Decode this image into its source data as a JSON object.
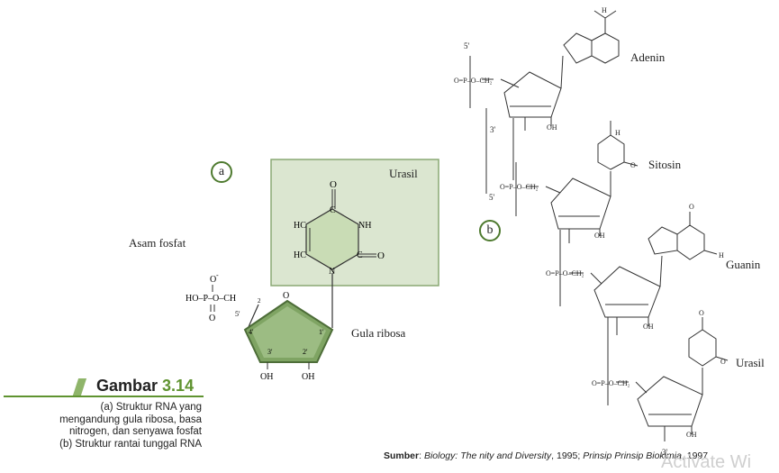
{
  "figure_a": {
    "marker": "a",
    "labels": {
      "urasil": "Urasil",
      "asam_fosfat": "Asam fosfat",
      "gula_ribosa": "Gula ribosa"
    },
    "colors": {
      "box_fill": "#dbe6d0",
      "box_stroke": "#8aa874",
      "sugar_fill": "#7fa463",
      "base_fill": "#d6e6c4"
    }
  },
  "figure_b": {
    "marker": "b",
    "end_labels": {
      "top": "5'",
      "mid": "3'",
      "mid2": "5'",
      "bottom": "3'"
    },
    "labels": {
      "adenin": "Adenin",
      "sitosin": "Sitosin",
      "guanin": "Guanin",
      "urasil": "Urasil"
    }
  },
  "caption": {
    "title_word": "Gambar",
    "title_number": "3.14",
    "text": "(a) Struktur RNA yang\nmengandung gula ribosa, basa\nnitrogen, dan senyawa fosfat\n(b) Struktur rantai tunggal RNA"
  },
  "source": {
    "label": "Sumber",
    "part1": "Biology: The    nity and Diversity",
    "part2": ", 1995; ",
    "part3": "Prinsip Prinsip Biokimia",
    "part4": ", 1997"
  },
  "watermark": "Activate Wi"
}
